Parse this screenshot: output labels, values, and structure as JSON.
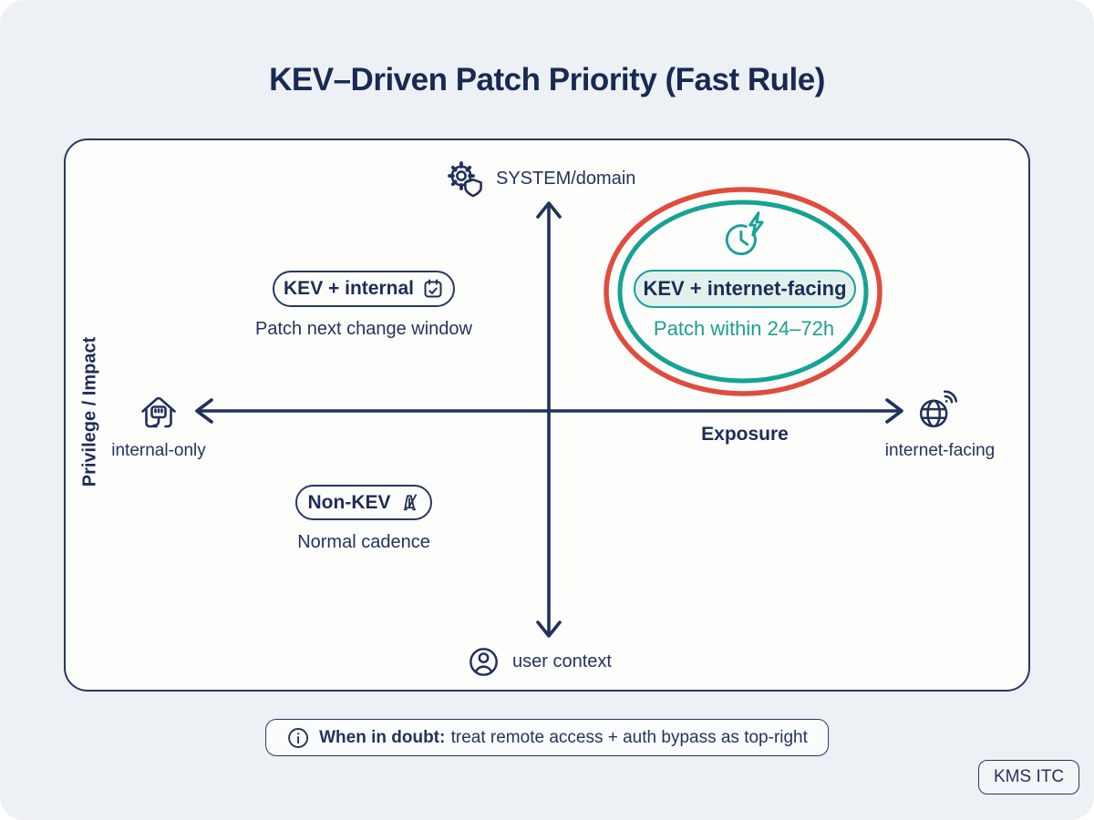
{
  "title": "KEV–Driven Patch Priority (Fast Rule)",
  "colors": {
    "navy": "#1e2d56",
    "axis_navy": "#22315a",
    "highlight_red": "#e04c3e",
    "teal": "#16a295",
    "teal_light_fill": "#e2f1ee",
    "teal_text": "#1aa08f",
    "page_bg": "#edf0f4",
    "panel_bg": "#fdfdfc"
  },
  "axis": {
    "y_label": "Privilege / Impact",
    "x_label": "Exposure",
    "top": {
      "label": "SYSTEM/domain",
      "icon": "gear-shield-icon"
    },
    "bottom": {
      "label": "user context",
      "icon": "user-icon"
    },
    "left": {
      "label": "internal-only",
      "icon": "house-ethernet-icon"
    },
    "right": {
      "label": "internet-facing",
      "icon": "globe-signal-icon"
    }
  },
  "quadrants": {
    "kev_internal": {
      "badge": "KEV + internal",
      "badge_icon": "calendar-check-icon",
      "caption": "Patch next change window"
    },
    "kev_internet": {
      "badge": "KEV + internet-facing",
      "icon": "clock-lightning-icon",
      "caption": "Patch within 24–72h",
      "highlighted": true
    },
    "non_kev": {
      "badge": "Non-KEV",
      "badge_icon": "metronome-icon",
      "caption": "Normal cadence"
    }
  },
  "footnote": {
    "icon": "info-icon",
    "lead": "When in doubt:",
    "rest": "treat remote access + auth bypass as top-right"
  },
  "watermark": "KMS ITC"
}
